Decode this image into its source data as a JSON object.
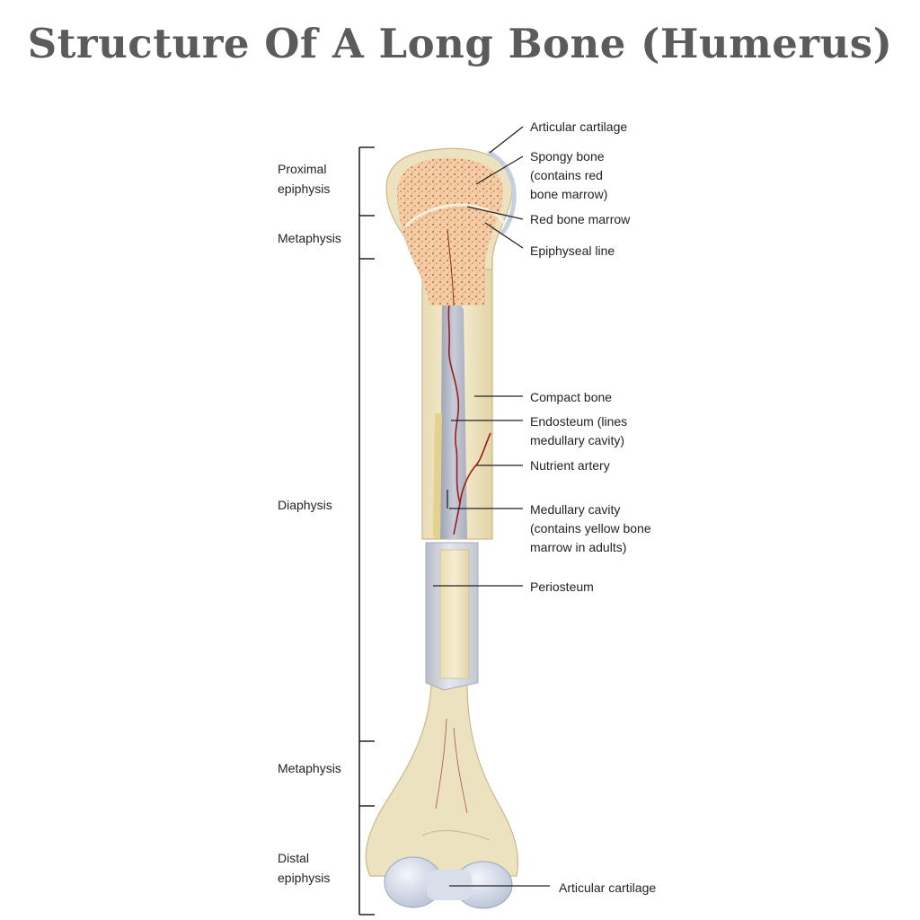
{
  "title": "Structure Of A Long Bone (Humerus)",
  "left_labels": {
    "proximal_epiphysis": [
      "Proximal",
      "epiphysis"
    ],
    "metaphysis_top": "Metaphysis",
    "diaphysis": "Diaphysis",
    "metaphysis_bottom": "Metaphysis",
    "distal_epiphysis": [
      "Distal",
      "epiphysis"
    ]
  },
  "right_labels": {
    "articular_cartilage_top": "Articular cartilage",
    "spongy_bone": [
      "Spongy  bone",
      "(contains red",
      "bone marrow)"
    ],
    "red_bone_marrow": "Red bone marrow",
    "epiphyseal_line": "Epiphyseal line",
    "compact_bone": "Compact bone",
    "endosteum": [
      "Endosteum (lines",
      "medullary cavity)"
    ],
    "nutrient_artery": "Nutrient artery",
    "medullary_cavity": [
      "Medullary cavity",
      "(contains yellow bone",
      "marrow in adults)"
    ],
    "periosteum": "Periosteum",
    "articular_cartilage_bottom": "Articular cartilage"
  },
  "colors": {
    "title": "#5b5b5b",
    "spongy_bone": "#f0c8a0",
    "red_marrow_dots": "#c0552a",
    "compact_bone": "#ece0b8",
    "periosteum": "#c9cdd8",
    "cartilage": "#d4dbe8",
    "artery": "#a02020"
  }
}
